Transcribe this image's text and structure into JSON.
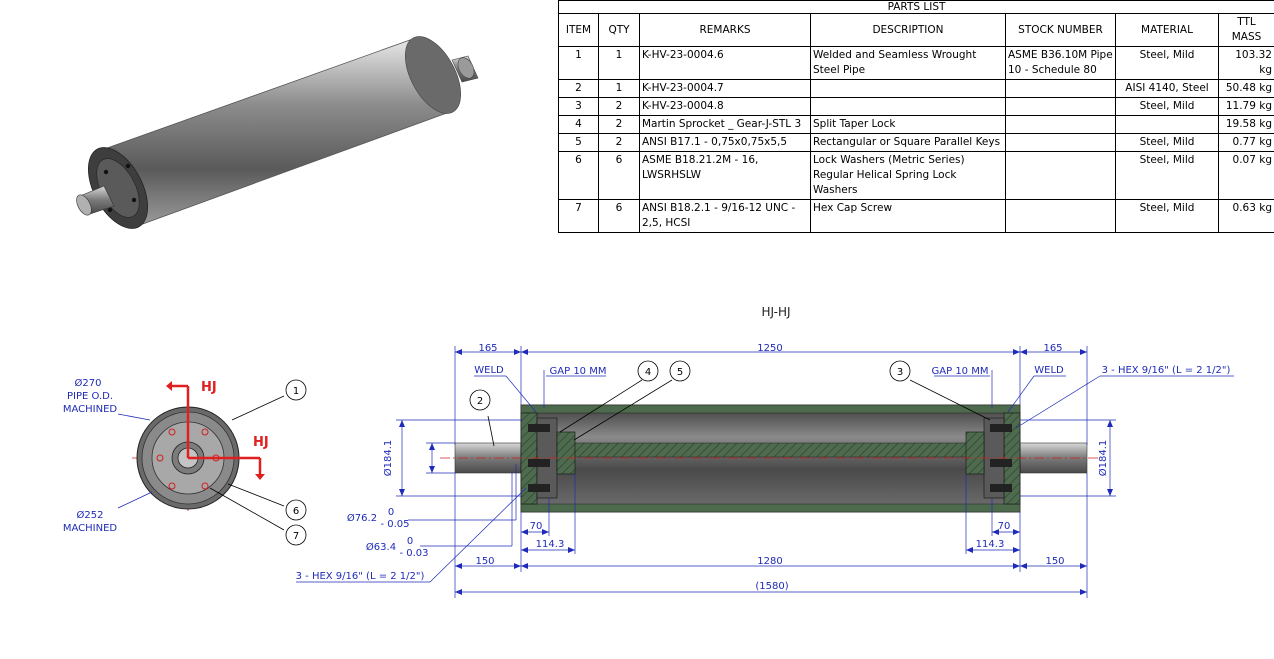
{
  "parts_list": {
    "title": "PARTS LIST",
    "headers": [
      "ITEM",
      "QTY",
      "REMARKS",
      "DESCRIPTION",
      "STOCK NUMBER",
      "MATERIAL",
      "TTL MASS"
    ],
    "rows": [
      [
        "1",
        "1",
        "K-HV-23-0004.6",
        "Welded and Seamless Wrought Steel Pipe",
        "ASME B36.10M Pipe 10 - Schedule 80",
        "Steel, Mild",
        "103.32 kg"
      ],
      [
        "2",
        "1",
        "K-HV-23-0004.7",
        "",
        "",
        "AISI 4140, Steel",
        "50.48 kg"
      ],
      [
        "3",
        "2",
        "K-HV-23-0004.8",
        "",
        "",
        "Steel, Mild",
        "11.79 kg"
      ],
      [
        "4",
        "2",
        "Martin Sprocket _ Gear-J-STL 3",
        "Split Taper Lock",
        "",
        "",
        "19.58 kg"
      ],
      [
        "5",
        "2",
        "ANSI B17.1 - 0,75x0,75x5,5",
        "Rectangular or Square Parallel Keys",
        "",
        "Steel, Mild",
        "0.77 kg"
      ],
      [
        "6",
        "6",
        "ASME B18.21.2M - 16, LWSRHSLW",
        "Lock Washers (Metric Series) Regular Helical Spring Lock Washers",
        "",
        "Steel, Mild",
        "0.07 kg"
      ],
      [
        "7",
        "6",
        "ANSI B18.2.1 - 9/16-12 UNC - 2,5, HCSI",
        "Hex Cap Screw",
        "",
        "Steel, Mild",
        "0.63 kg"
      ]
    ]
  },
  "end_view": {
    "pipe_od_label": "Ø270",
    "pipe_od_note_1": "PIPE O.D.",
    "pipe_od_note_2": "MACHINED",
    "machined_label": "Ø252",
    "machined_note": "MACHINED",
    "section_label_top": "HJ",
    "section_label_right": "HJ",
    "balloons": [
      "1",
      "6",
      "7"
    ]
  },
  "section_view": {
    "title": "HJ-HJ",
    "dims": {
      "left_shaft": "165",
      "body": "1250",
      "right_shaft": "165",
      "weld_left": "WELD",
      "gap_left": "GAP 10 MM",
      "gap_right": "GAP 10 MM",
      "weld_right": "WELD",
      "hex_right": "3 - HEX 9/16\" (L = 2 1/2\")",
      "hex_left": "3 - HEX 9/16\" (L = 2 1/2\")",
      "dia_left": "Ø184.1",
      "dia_right": "Ø184.1",
      "shaft_dia_1": "Ø76.2",
      "shaft_tol_1_upper": "0",
      "shaft_tol_1_lower": "- 0.05",
      "shaft_dia_2": "Ø63.4",
      "shaft_tol_2_upper": "0",
      "shaft_tol_2_lower": "- 0.03",
      "hub_left": "70",
      "hub_right": "70",
      "hub2_left": "114.3",
      "hub2_right": "114.3",
      "bottom_left": "150",
      "bottom_mid": "1280",
      "bottom_right": "150",
      "overall": "(1580)"
    },
    "balloons": [
      "2",
      "4",
      "5",
      "3"
    ]
  }
}
